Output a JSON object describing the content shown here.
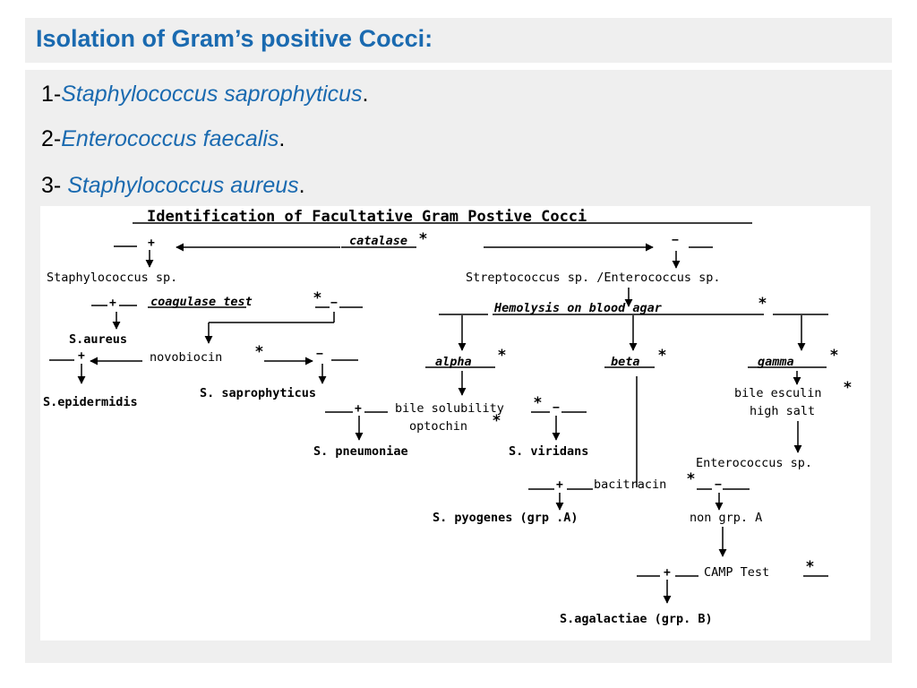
{
  "slide": {
    "title": "Isolation of Gram’s positive Cocci:",
    "items": [
      {
        "prefix": "1-",
        "species": "Staphylococcus saprophyticus",
        "suffix": "."
      },
      {
        "prefix": "2-",
        "species": "Enterococcus faecalis",
        "suffix": "."
      },
      {
        "prefix": "3- ",
        "species": "Staphylococcus aureus",
        "suffix": "."
      }
    ]
  },
  "diagram": {
    "title": "Identification of Facultative Gram Postive Cocci",
    "catalase": "catalase",
    "staph": "Staphylococcus sp.",
    "strep": "Streptococcus sp.  /Enterococcus sp.",
    "coagulase": "coagulase test",
    "s_aureus": "S.aureus",
    "novobiocin": "novobiocin",
    "s_epidermidis": "S.epidermidis",
    "s_saprophyticus": "S. saprophyticus",
    "hemolysis": "Hemolysis on blood agar",
    "alpha": "alpha",
    "beta": "beta",
    "gamma": "gamma",
    "bile_solubility": "bile solubility",
    "optochin": "optochin",
    "s_pneumoniae": "S. pneumoniae",
    "s_viridans": "S. viridans",
    "bile_esculin": "bile esculin",
    "high_salt": "high salt",
    "enterococcus": "Enterococcus sp.",
    "bacitracin": "bacitracin",
    "s_pyogenes": "S. pyogenes (grp .A)",
    "non_grp_a": "non grp.  A",
    "camp": "CAMP Test",
    "s_agalactiae": "S.agalactiae (grp. B)",
    "plus": "+",
    "minus": "−",
    "star": "*"
  },
  "colors": {
    "title_blue": "#1a6ab0",
    "panel_gray": "#efefef"
  }
}
